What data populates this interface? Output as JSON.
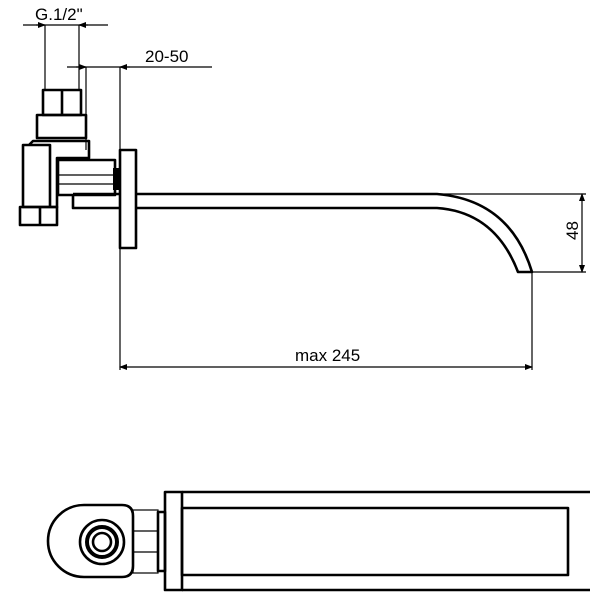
{
  "dimensions": {
    "thread": "G.1/2\"",
    "wall_range": "20-50",
    "projection": "max 245",
    "drop_height": "48"
  },
  "colors": {
    "line": "#000000",
    "background": "#ffffff"
  }
}
